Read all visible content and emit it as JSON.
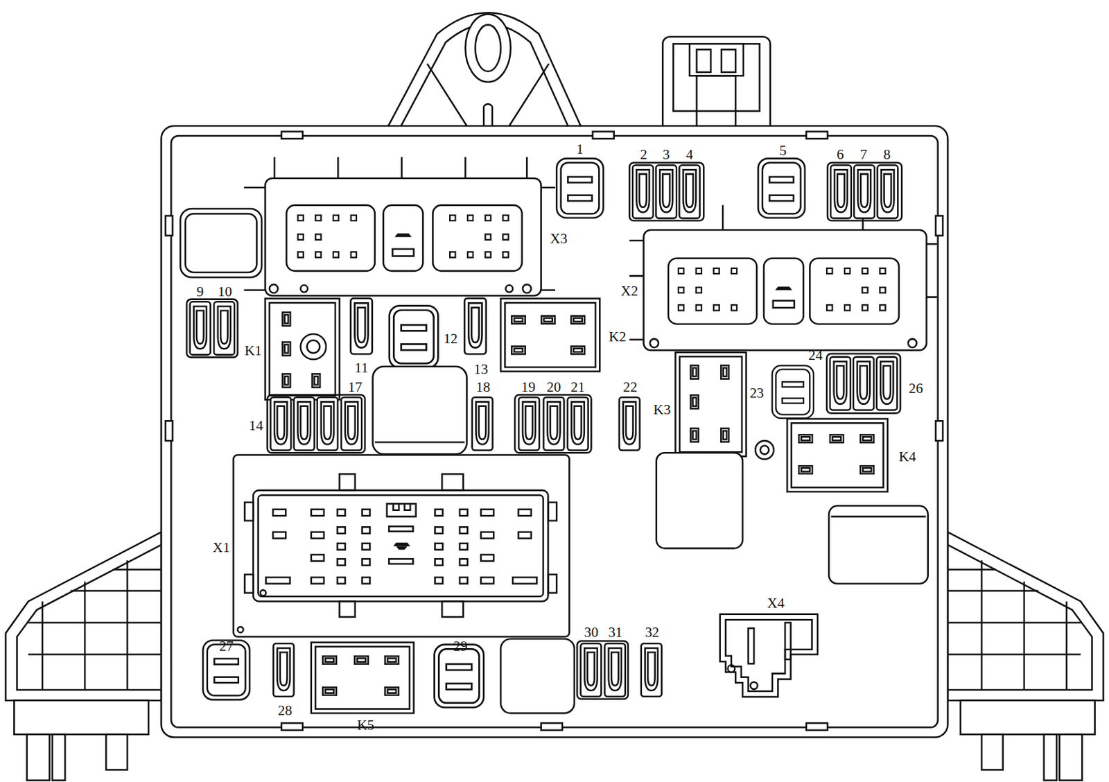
{
  "diagram": {
    "labels": [
      "1",
      "2",
      "3",
      "4",
      "5",
      "6",
      "7",
      "8",
      "X3",
      "9",
      "10",
      "X2",
      "K1",
      "11",
      "12",
      "K2",
      "13",
      "24",
      "17",
      "18",
      "19",
      "20",
      "21",
      "22",
      "K3",
      "23",
      "26",
      "14",
      "K4",
      "X1",
      "X4",
      "27",
      "30",
      "31",
      "32",
      "29",
      "28",
      "K5"
    ]
  }
}
